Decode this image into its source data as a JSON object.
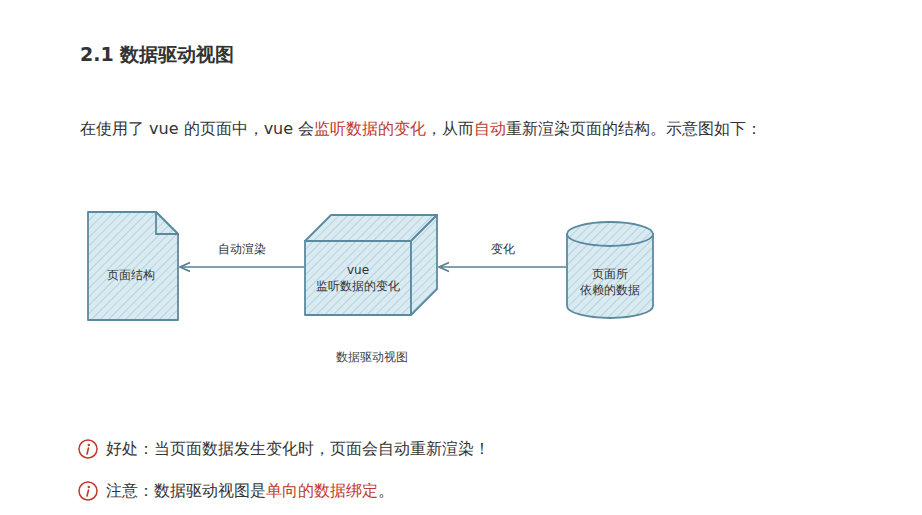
{
  "diagram": {
    "title": "2.1 数据驱动视图",
    "caption": "数据驱动视图",
    "nodes": [
      {
        "text": [
          "页面结构"
        ]
      },
      {
        "text": [
          "vue 监听数据的变化"
        ]
      },
      {
        "text": [
          "页面所 依赖的数据"
        ]
      }
    ],
    "edges": [
      {
        "from": 2,
        "to": 1,
        "label": "变化",
        "arrow": "to"
      },
      {
        "from": 1,
        "to": 0,
        "label": "自动渲染",
        "arrow": "to"
      }
    ],
    "labels": [
      "在使用了 vue 的页面中，vue 会",
      "监听数据的变化",
      "，从而",
      "自动",
      "重新渲染页面的结构。示意图如下：",
      "好处：当页面数据发生变化时，页面会自动重新渲染！",
      "注意：数据驱动视图是",
      "单向的数据绑定",
      "。"
    ]
  }
}
